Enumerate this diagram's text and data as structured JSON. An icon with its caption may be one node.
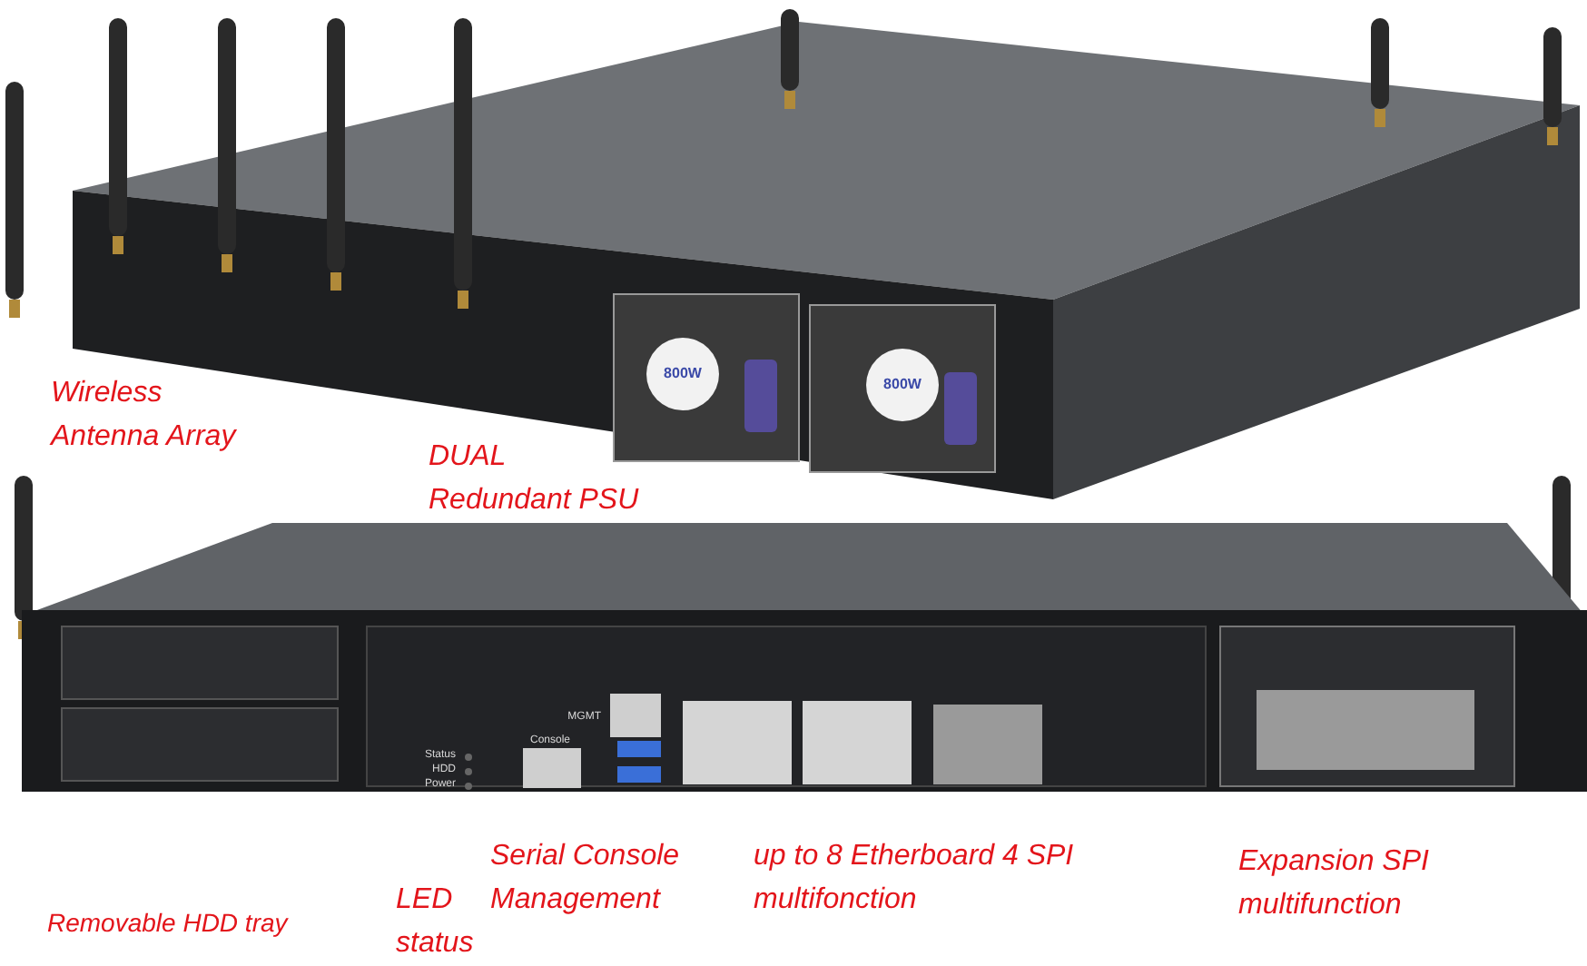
{
  "diagram": {
    "labels": [
      "Wireless Antenna Array",
      "800W",
      "800W",
      "DUAL Redundant PSU",
      "MGMT",
      "Console",
      "Status",
      "HDD",
      "Power",
      "Serial Console Management",
      "up to 8 Etherboard 4 SPI multifonction",
      "Removable HDD tray",
      "LED status",
      "Expansion SPI multifunction"
    ]
  }
}
